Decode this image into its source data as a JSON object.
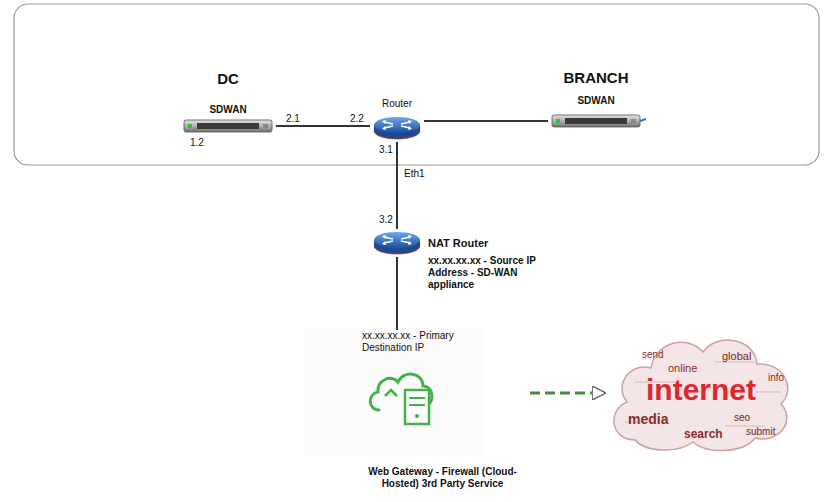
{
  "diagram": {
    "nodes": [
      {
        "text": [
          "DC",
          "SDWAN"
        ]
      },
      {
        "text": [
          "Router"
        ]
      },
      {
        "text": [
          "BRANCH",
          "SDWAN"
        ]
      },
      {
        "text": [
          "NAT Router"
        ]
      },
      {
        "text": [
          "xx.xx.xx.xx - Primary Destination IP",
          "Web Gateway - Firewall (Cloud-Hosted) 3rd Party Service"
        ]
      },
      {
        "text": [
          "internet"
        ]
      }
    ],
    "edges": [
      {
        "from": 0,
        "to": 1,
        "arrow": "none"
      },
      {
        "from": 1,
        "to": 2,
        "arrow": "none"
      },
      {
        "from": 1,
        "to": 3,
        "arrow": "none"
      },
      {
        "from": 3,
        "to": 4,
        "arrow": "none"
      },
      {
        "from": 4,
        "to": 5,
        "arrow": "to"
      }
    ],
    "labels": [
      "1.2",
      "2.1",
      "2.2",
      "3.1",
      "Eth1",
      "3.2",
      "xx.xx.xx.xx - Source IP Address - SD-WAN appliance",
      "send",
      "online",
      "global",
      "info",
      "media",
      "seo",
      "search",
      "submit"
    ]
  }
}
